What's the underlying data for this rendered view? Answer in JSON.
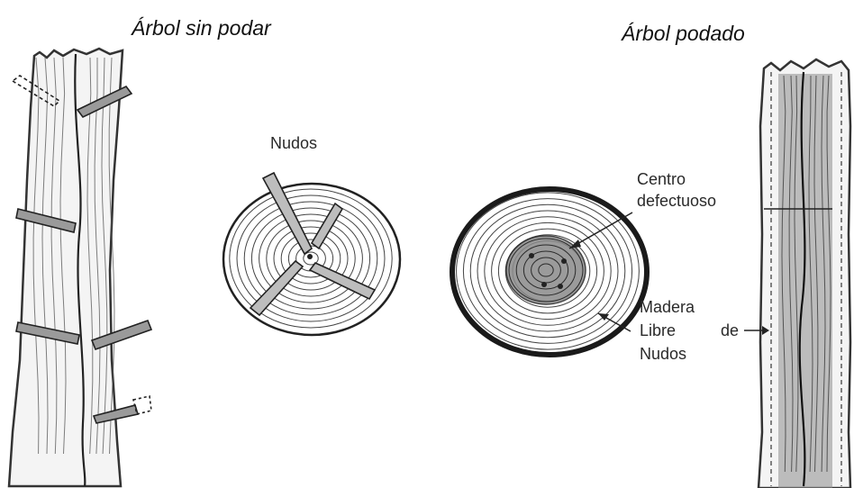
{
  "titles": {
    "unpruned": "Árbol sin podar",
    "pruned": "Árbol podado"
  },
  "labels": {
    "knots": "Nudos",
    "defective_center_line1": "Centro",
    "defective_center_line2": "defectuoso",
    "clear_wood_line1": "Madera",
    "clear_wood_line2": "Libre",
    "clear_wood_line2_suffix": "de",
    "clear_wood_line3": "Nudos"
  },
  "colors": {
    "ink": "#222222",
    "bark": "#333333",
    "background": "#ffffff"
  }
}
